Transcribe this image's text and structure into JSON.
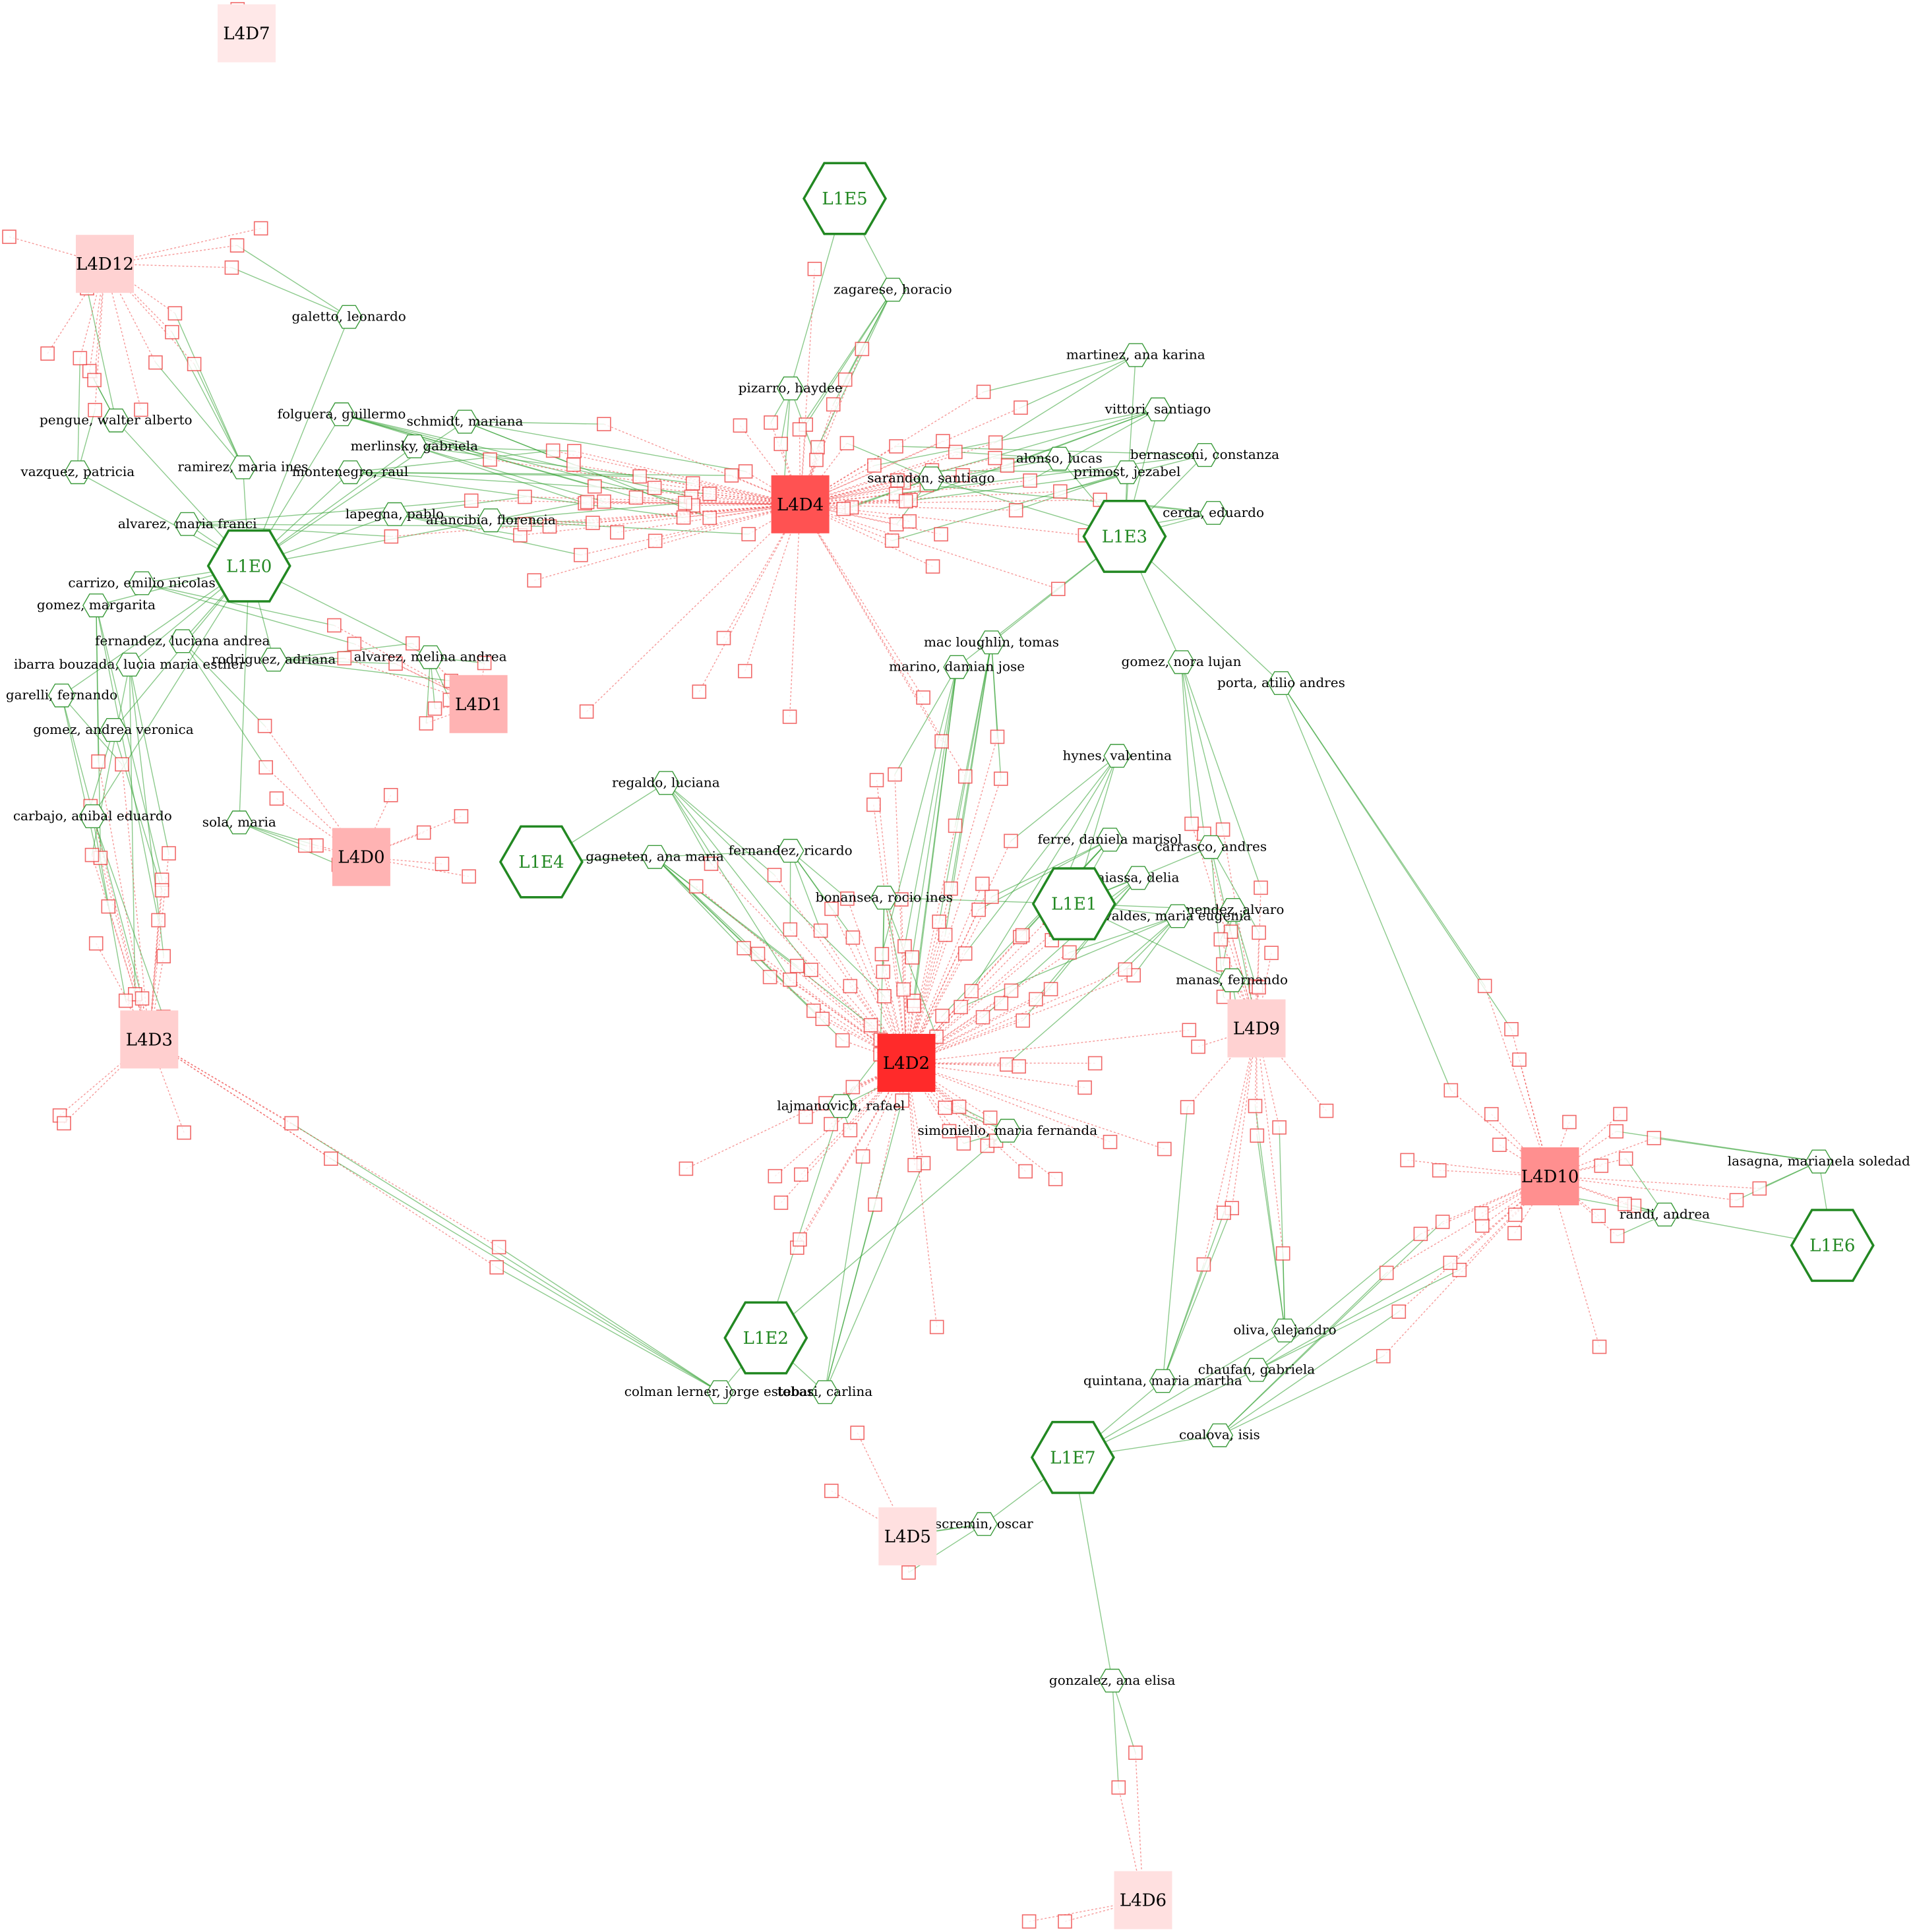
{
  "departments": [
    {
      "id": "L4D0",
      "label": "L4D0",
      "color": "#ffb3b3"
    },
    {
      "id": "L4D1",
      "label": "L4D1",
      "color": "#ffb3b3"
    },
    {
      "id": "L4D2",
      "label": "L4D2",
      "color": "#ff2a2a"
    },
    {
      "id": "L4D3",
      "label": "L4D3",
      "color": "#ffcfcf"
    },
    {
      "id": "L4D4",
      "label": "L4D4",
      "color": "#ff5252"
    },
    {
      "id": "L4D5",
      "label": "L4D5",
      "color": "#ffe0e0"
    },
    {
      "id": "L4D6",
      "label": "L4D6",
      "color": "#ffe0e0"
    },
    {
      "id": "L4D7",
      "label": "L4D7",
      "color": "#ffe8e8"
    },
    {
      "id": "L4D9",
      "label": "L4D9",
      "color": "#ffd2d2"
    },
    {
      "id": "L4D10",
      "label": "L4D10",
      "color": "#ff8f8f"
    },
    {
      "id": "L4D12",
      "label": "L4D12",
      "color": "#ffd2d2"
    }
  ],
  "groups": [
    {
      "id": "L1E0",
      "label": "L1E0"
    },
    {
      "id": "L1E1",
      "label": "L1E1"
    },
    {
      "id": "L1E2",
      "label": "L1E2"
    },
    {
      "id": "L1E3",
      "label": "L1E3"
    },
    {
      "id": "L1E4",
      "label": "L1E4"
    },
    {
      "id": "L1E5",
      "label": "L1E5"
    },
    {
      "id": "L1E6",
      "label": "L1E6"
    },
    {
      "id": "L1E7",
      "label": "L1E7"
    }
  ],
  "authors": [
    {
      "id": "a01",
      "label": "galetto, leonardo",
      "dept": "L4D12",
      "group": "L1E0"
    },
    {
      "id": "a02",
      "label": "pengue, walter alberto",
      "dept": "L4D12",
      "group": "L1E0"
    },
    {
      "id": "a03",
      "label": "vazquez, patricia",
      "dept": "L4D12",
      "group": "L1E0"
    },
    {
      "id": "a04",
      "label": "ramirez, maria ines",
      "dept": "L4D12",
      "group": "L1E0"
    },
    {
      "id": "a05",
      "label": "alvarez, maria franci",
      "dept": "L4D4",
      "group": "L1E0"
    },
    {
      "id": "a06",
      "label": "folguera, guillermo",
      "dept": "L4D4",
      "group": "L1E0"
    },
    {
      "id": "a07",
      "label": "schmidt, mariana",
      "dept": "L4D4",
      "group": "L1E0"
    },
    {
      "id": "a08",
      "label": "merlinsky, gabriela",
      "dept": "L4D4",
      "group": "L1E0"
    },
    {
      "id": "a09",
      "label": "montenegro, raul",
      "dept": "L4D4",
      "group": "L1E0"
    },
    {
      "id": "a10",
      "label": "lapegna, pablo",
      "dept": "L4D4",
      "group": "L1E0"
    },
    {
      "id": "a11",
      "label": "arancibia, florencia",
      "dept": "L4D4",
      "group": "L1E0"
    },
    {
      "id": "a12",
      "label": "carrizo, emilio nicolas",
      "dept": "L4D1",
      "group": "L1E0"
    },
    {
      "id": "a13",
      "label": "gomez, margarita",
      "dept": "L4D3",
      "group": "L1E0"
    },
    {
      "id": "a14",
      "label": "fernandez, luciana andrea",
      "dept": "L4D0",
      "group": "L1E0"
    },
    {
      "id": "a15",
      "label": "rodriguez, adriana",
      "dept": "L4D1",
      "group": "L1E0"
    },
    {
      "id": "a16",
      "label": "ibarra bouzada, lucia maria esther",
      "dept": "L4D3",
      "group": "L1E0"
    },
    {
      "id": "a17",
      "label": "alvarez, melina andrea",
      "dept": "L4D1",
      "group": "L1E0"
    },
    {
      "id": "a18",
      "label": "garelli, fernando",
      "dept": "L4D3",
      "group": "L1E0"
    },
    {
      "id": "a19",
      "label": "gomez, andrea veronica",
      "dept": "L4D3",
      "group": "L1E0"
    },
    {
      "id": "a20",
      "label": "carbajo, anibal eduardo",
      "dept": "L4D3",
      "group": "L1E0"
    },
    {
      "id": "a21",
      "label": "sola, maria",
      "dept": "L4D0",
      "group": "L1E0"
    },
    {
      "id": "a22",
      "label": "zagarese, horacio",
      "dept": "L4D4",
      "group": "L1E5"
    },
    {
      "id": "a23",
      "label": "pizarro, haydee",
      "dept": "L4D4",
      "group": "L1E5"
    },
    {
      "id": "a24",
      "label": "martinez, ana karina",
      "dept": "L4D4",
      "group": "L1E3"
    },
    {
      "id": "a25",
      "label": "vittori, santiago",
      "dept": "L4D4",
      "group": "L1E3"
    },
    {
      "id": "a26",
      "label": "alonso, lucas",
      "dept": "L4D4",
      "group": "L1E3"
    },
    {
      "id": "a27",
      "label": "bernasconi, constanza",
      "dept": "L4D4",
      "group": "L1E3"
    },
    {
      "id": "a28",
      "label": "sarandon, santiago",
      "dept": "L4D4",
      "group": "L1E3"
    },
    {
      "id": "a29",
      "label": "primost, jezabel",
      "dept": "L4D4",
      "group": "L1E3"
    },
    {
      "id": "a30",
      "label": "cerda, eduardo",
      "dept": "L4D4",
      "group": "L1E3"
    },
    {
      "id": "a31",
      "label": "mac loughlin, tomas",
      "dept": "L4D2",
      "group": "L1E3"
    },
    {
      "id": "a32",
      "label": "marino, damian jose",
      "dept": "L4D2",
      "group": "L1E3"
    },
    {
      "id": "a33",
      "label": "gomez, nora lujan",
      "dept": "L4D9",
      "group": "L1E3"
    },
    {
      "id": "a34",
      "label": "porta, atilio andres",
      "dept": "L4D10",
      "group": "L1E3"
    },
    {
      "id": "a35",
      "label": "hynes, valentina",
      "dept": "L4D2",
      "group": "L1E1"
    },
    {
      "id": "a36",
      "label": "regaldo, luciana",
      "dept": "L4D2",
      "group": "L1E4"
    },
    {
      "id": "a37",
      "label": "gagneten, ana maria",
      "dept": "L4D2",
      "group": "L1E4"
    },
    {
      "id": "a38",
      "label": "fernandez, ricardo",
      "dept": "L4D2",
      "group": "L1E4"
    },
    {
      "id": "a39",
      "label": "ferre, daniela marisol",
      "dept": "L4D2",
      "group": "L1E1"
    },
    {
      "id": "a40",
      "label": "carrasco, andres",
      "dept": "L4D9",
      "group": "L1E1"
    },
    {
      "id": "a41",
      "label": "aiassa, delia",
      "dept": "L4D2",
      "group": "L1E1"
    },
    {
      "id": "a42",
      "label": "bonansea, rocio ines",
      "dept": "L4D2",
      "group": "L1E1"
    },
    {
      "id": "a43",
      "label": "mendez, alvaro",
      "dept": "L4D9",
      "group": "L1E1"
    },
    {
      "id": "a44",
      "label": "valdes, maria eugenia",
      "dept": "L4D2",
      "group": "L1E1"
    },
    {
      "id": "a45",
      "label": "manas, fernando",
      "dept": "L4D9",
      "group": "L1E1"
    },
    {
      "id": "a46",
      "label": "lajmanovich, rafael",
      "dept": "L4D2",
      "group": "L1E2"
    },
    {
      "id": "a47",
      "label": "simoniello, maria fernanda",
      "dept": "L4D2",
      "group": "L1E2"
    },
    {
      "id": "a48",
      "label": "lasagna, marianela soledad",
      "dept": "L4D10",
      "group": "L1E6"
    },
    {
      "id": "a49",
      "label": "randi, andrea",
      "dept": "L4D10",
      "group": "L1E6"
    },
    {
      "id": "a50",
      "label": "oliva, alejandro",
      "dept": "L4D9",
      "group": "L1E7"
    },
    {
      "id": "a51",
      "label": "chaufan, gabriela",
      "dept": "L4D10",
      "group": "L1E7"
    },
    {
      "id": "a52",
      "label": "quintana, maria martha",
      "dept": "L4D9",
      "group": "L1E7"
    },
    {
      "id": "a53",
      "label": "coalova, isis",
      "dept": "L4D10",
      "group": "L1E7"
    },
    {
      "id": "a54",
      "label": "colman lerner, jorge esteban",
      "dept": "L4D3",
      "group": "L1E2"
    },
    {
      "id": "a55",
      "label": "tobasi, carlina",
      "dept": "L4D2",
      "group": "L1E2"
    },
    {
      "id": "a56",
      "label": "scremin, oscar",
      "dept": "L4D5",
      "group": "L1E7"
    },
    {
      "id": "a57",
      "label": "gonzalez, ana elisa",
      "dept": "L4D6",
      "group": "L1E7"
    }
  ],
  "colors": {
    "green_edge": "#2e9e2e",
    "red_edge": "#ee4444",
    "group_stroke": "#228822"
  }
}
